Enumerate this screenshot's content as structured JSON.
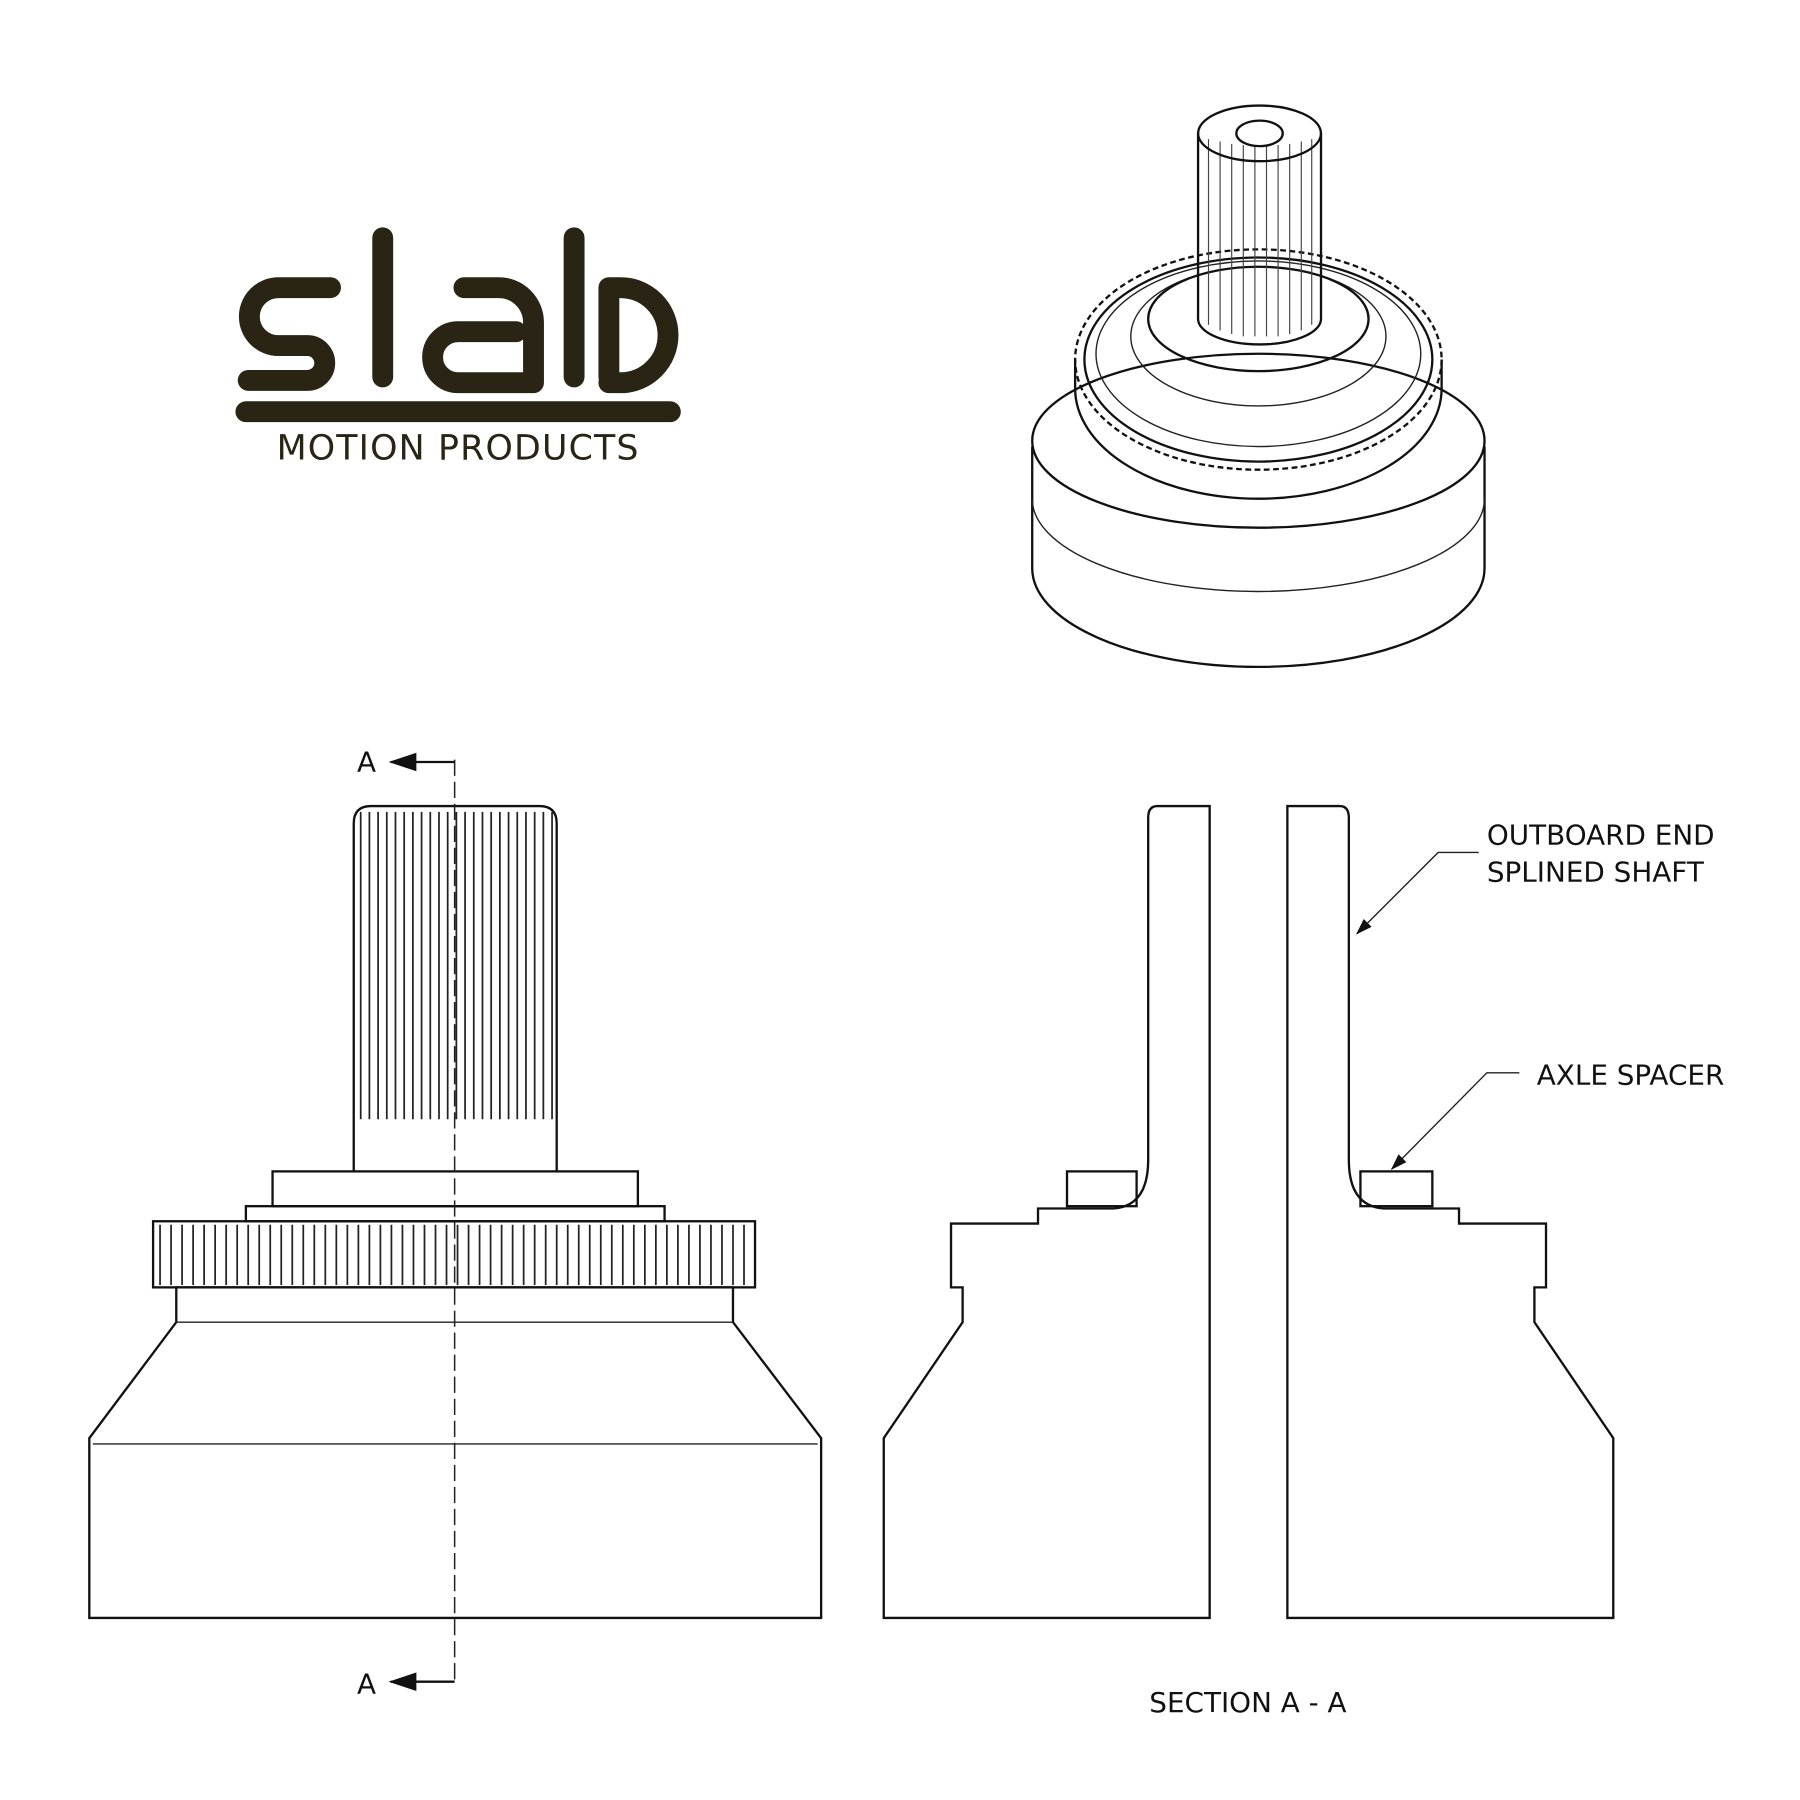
{
  "logo": {
    "wordmark": "slab",
    "tagline": "MOTION PRODUCTS",
    "color": "#2a2414"
  },
  "section_marker": {
    "top": "A",
    "bottom": "A"
  },
  "callouts": {
    "shaft_line1": "OUTBOARD END",
    "shaft_line2": "SPLINED SHAFT",
    "spacer": "AXLE SPACER"
  },
  "section_title": "SECTION A - A"
}
